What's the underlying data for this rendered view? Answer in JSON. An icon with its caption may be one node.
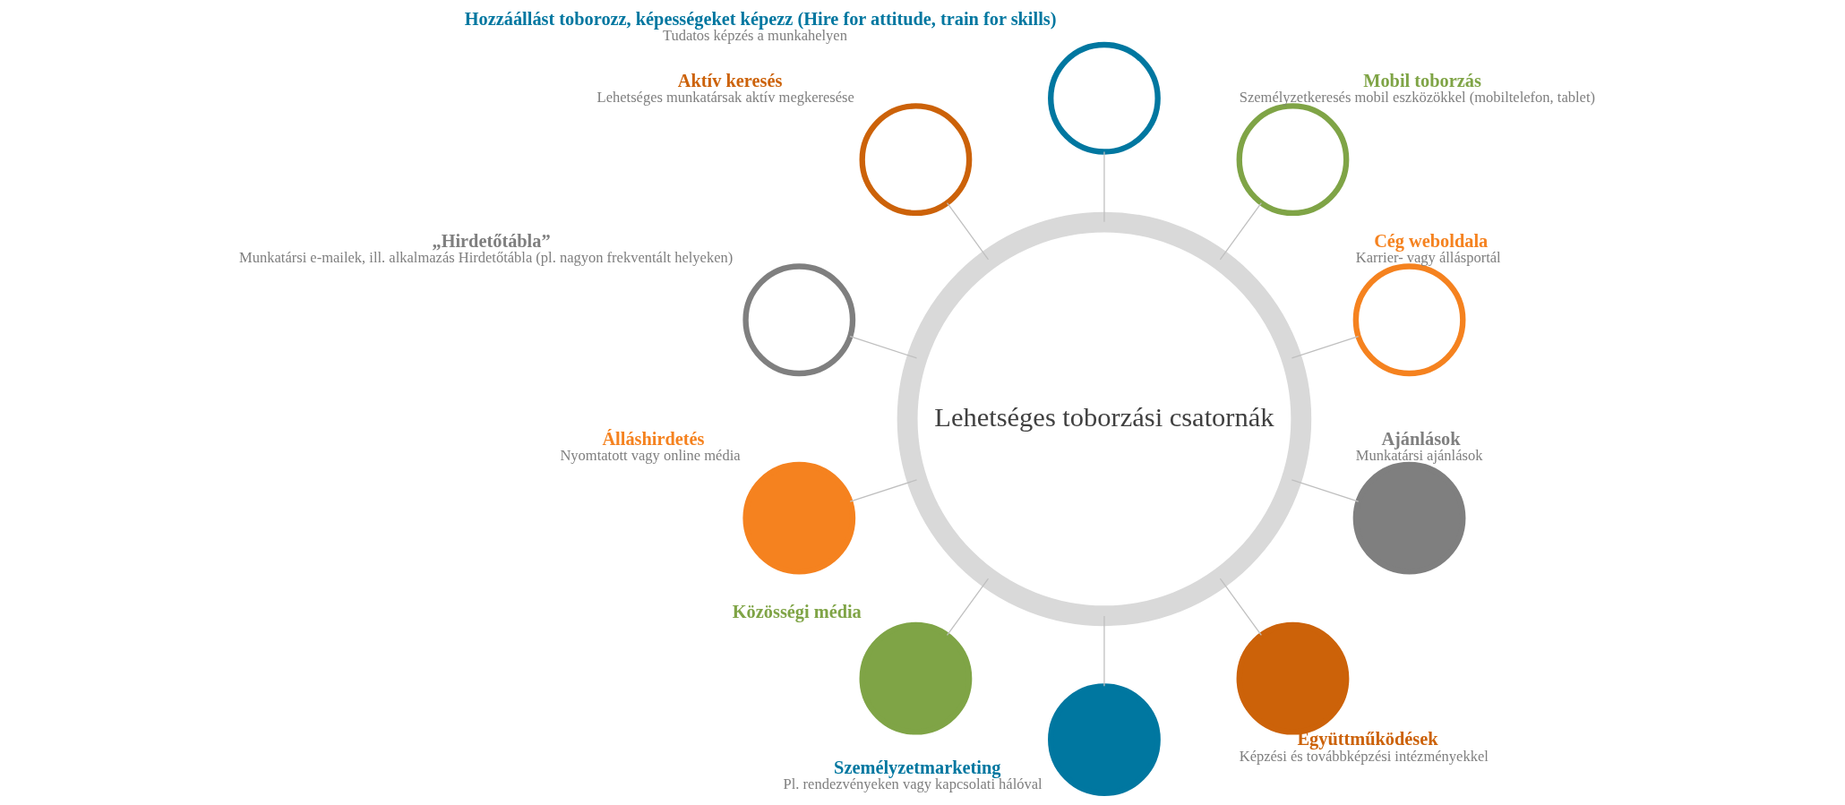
{
  "diagram": {
    "nodes": [
      {
        "text": [
          "Lehetséges toborzási csatornák"
        ]
      },
      {
        "text": [],
        "shape": "circle",
        "beside": [
          "Cég weboldala",
          "Karrier- vagy állásportál"
        ]
      },
      {
        "text": [],
        "shape": "circle",
        "beside": [
          "Mobil toborzás",
          "Személyzetkeresés mobil eszközökkel (mobiltelefon, tablet)"
        ]
      },
      {
        "text": [],
        "shape": "circle",
        "beside": [
          "Hozzáállást toborozz, képességeket képezz (Hire for attitude, train for skills)",
          "Tudatos képzés a munkahelyen"
        ]
      },
      {
        "text": [],
        "shape": "circle",
        "beside": [
          "Aktív keresés",
          "Lehetséges munkatársak aktív megkeresése"
        ]
      },
      {
        "text": [],
        "shape": "circle",
        "beside": [
          "„Hirdetőtábla”",
          "Munkatársi e-mailek, ill. alkalmazás Hirdetőtábla (pl. nagyon frekventált helyeken)"
        ]
      },
      {
        "text": [],
        "shape": "circle",
        "beside": [
          "Álláshirdetés",
          "Nyomtatott vagy online média"
        ]
      },
      {
        "text": [],
        "shape": "circle",
        "beside": [
          "Közösségi média"
        ]
      },
      {
        "text": [],
        "shape": "circle",
        "beside": [
          "Személyzetmarketing",
          "Pl. rendezvényeken vagy kapcsolati hálóval"
        ]
      },
      {
        "text": [],
        "shape": "circle",
        "beside": [
          "Együttműködések",
          "Képzési és továbbképzési intézményekkel"
        ]
      },
      {
        "text": [],
        "shape": "circle",
        "beside": [
          "Ajánlások",
          "Munkatársi ajánlások"
        ]
      }
    ],
    "edges": [
      {
        "from": 0,
        "to": 1,
        "arrow": "none"
      },
      {
        "from": 0,
        "to": 2,
        "arrow": "none"
      },
      {
        "from": 0,
        "to": 3,
        "arrow": "none"
      },
      {
        "from": 0,
        "to": 4,
        "arrow": "none"
      },
      {
        "from": 0,
        "to": 5,
        "arrow": "none"
      },
      {
        "from": 0,
        "to": 6,
        "arrow": "none"
      },
      {
        "from": 0,
        "to": 7,
        "arrow": "none"
      },
      {
        "from": 0,
        "to": 8,
        "arrow": "none"
      },
      {
        "from": 0,
        "to": 9,
        "arrow": "none"
      },
      {
        "from": 0,
        "to": 10,
        "arrow": "none"
      }
    ]
  }
}
